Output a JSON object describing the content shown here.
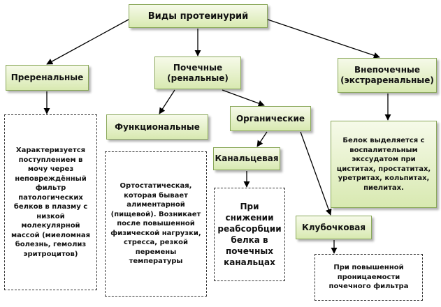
{
  "diagram": {
    "title": "Виды протеинурий",
    "nodes": {
      "prerenal": "Преренальные",
      "renal": [
        "Почечные",
        "(ренальные)"
      ],
      "extrarenal": [
        "Внепочечные",
        "(экстраренальные)"
      ],
      "functional": "Функциональные",
      "organic": "Органические",
      "tubular": "Канальцевая",
      "glomerular": "Клубочковая"
    },
    "descriptions": {
      "prerenal": [
        "Характеризуется",
        "поступлением в",
        "мочу через",
        "неповреждённый",
        "фильтр",
        "патологических",
        "белков в плазму с",
        "низкой",
        "молекулярной",
        "массой",
        "(миеломная",
        "болезнь, гемолиз",
        "эритроцитов)"
      ],
      "functional": [
        "Ортостатическая,",
        "которая бывает",
        "алиментарной",
        "(пищевой).",
        "Возникает после",
        "повышенной",
        "физической",
        "нагрузки, стресса,",
        "резкой перемены",
        "температуры"
      ],
      "tubular": [
        "При",
        "снижении",
        "реабсорбции",
        "белка в",
        "почечных",
        "канальцах"
      ],
      "glomerular": [
        "При повышенной",
        "проницаемости почечного",
        "фильтра"
      ],
      "extrarenal": [
        "Белок выделяется с",
        "воспалительным",
        "экссудатом при",
        "циститах, простатитах,",
        "уретритах, кольпитах,",
        "пиелитах."
      ]
    }
  }
}
